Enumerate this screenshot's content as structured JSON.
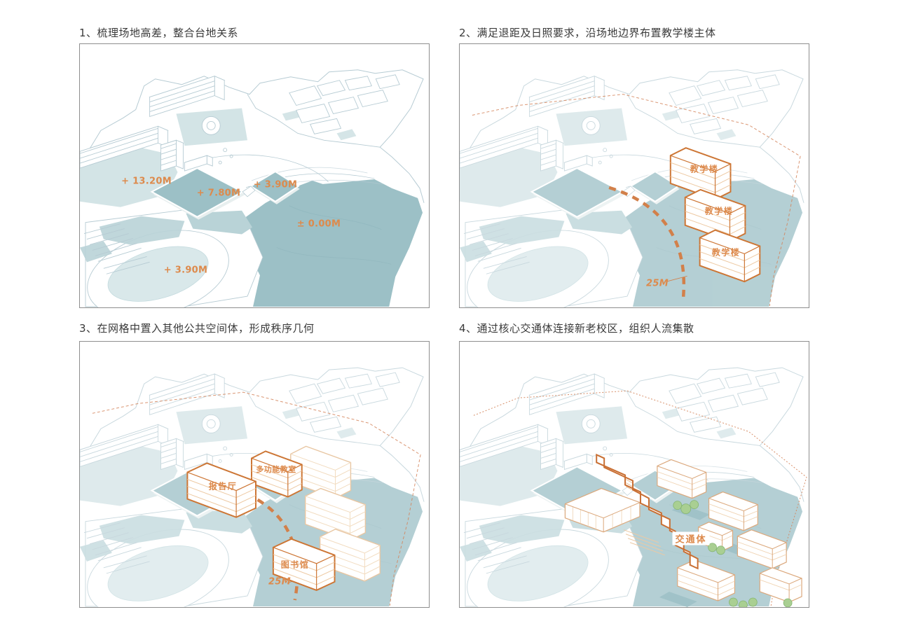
{
  "colors": {
    "accent_orange": "#dd8a4c",
    "strong_orange_outline": "#cd7635",
    "light_orange_outline": "#e8c6a2",
    "teal_platform": "#9cc0c6",
    "teal_light": "#d3e4e6",
    "wireframe_blue": "#b6cbd3",
    "tree_green": "#a9cf92",
    "panel_border": "#8e8e8e",
    "title_text": "#3a3a3a"
  },
  "panels": [
    {
      "title": "1、梳理场地高差，整合台地关系",
      "labels": [
        {
          "text": "+ 13.20M"
        },
        {
          "text": "+ 7.80M"
        },
        {
          "text": "+ 3.90M"
        },
        {
          "text": "± 0.00M"
        },
        {
          "text": "+ 3.90M"
        }
      ]
    },
    {
      "title": "2、满足退距及日照要求，沿场地边界布置教学楼主体",
      "labels": [
        {
          "text": "教学楼"
        },
        {
          "text": "教学楼"
        },
        {
          "text": "教学楼"
        },
        {
          "text": "25M"
        }
      ]
    },
    {
      "title": "3、在网格中置入其他公共空间体，形成秩序几何",
      "labels": [
        {
          "text": "多功能教室"
        },
        {
          "text": "报告厅"
        },
        {
          "text": "图书馆"
        },
        {
          "text": "25M"
        }
      ]
    },
    {
      "title": "4、通过核心交通体连接新老校区，组织人流集散",
      "labels": [
        {
          "text": "交通体"
        }
      ]
    }
  ]
}
